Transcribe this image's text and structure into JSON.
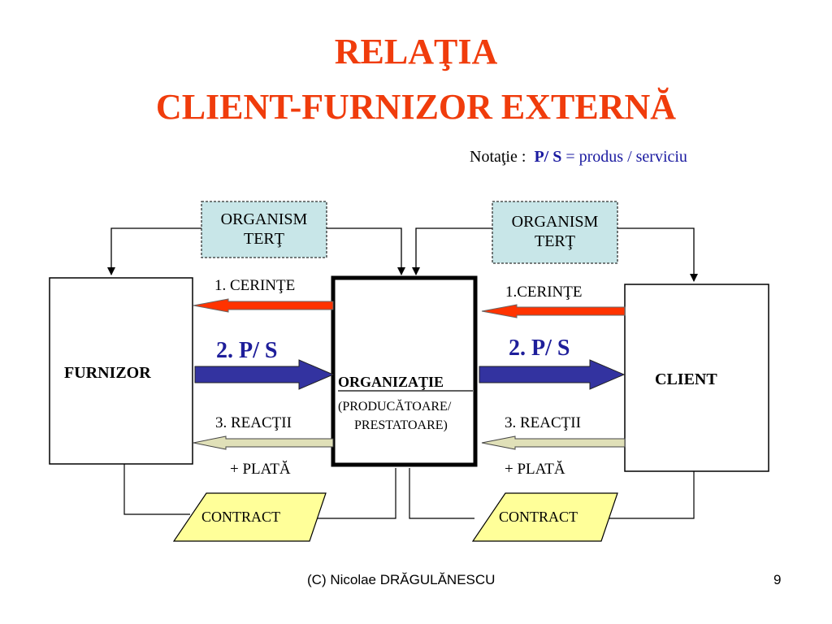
{
  "title": {
    "line1": "RELAŢIA",
    "line2": "CLIENT-FURNIZOR EXTERNĂ"
  },
  "notation": {
    "prefix": "Notaţie :",
    "symbol": "P/ S",
    "equals": "=",
    "meaning": "produs / serviciu"
  },
  "boxes": {
    "furnizor": "FURNIZOR",
    "client": "CLIENT",
    "organizatie": "ORGANIZAŢIE",
    "organizatie_sub1": "(PRODUCĂTOARE/",
    "organizatie_sub2": "PRESTATOARE)",
    "tert_left_l1": "ORGANISM",
    "tert_left_l2": "TERŢ",
    "tert_right_l1": "ORGANISM",
    "tert_right_l2": "TERŢ",
    "contract_left": "CONTRACT",
    "contract_right": "CONTRACT"
  },
  "flows": {
    "left_req": "1. CERINŢE",
    "right_req": "1.CERINŢE",
    "left_ps": "2. P/ S",
    "right_ps": "2. P/ S",
    "left_feedback": "3. REACŢII",
    "right_feedback": "3. REACŢII",
    "left_payment": "+ PLATĂ",
    "right_payment": "+ PLATĂ"
  },
  "colors": {
    "title": "#f03c0c",
    "request_arrow": "#ff3300",
    "product_arrow": "#3333a0",
    "feedback_arrow": "#e0e0b8",
    "third_party_fill": "#c8e6e8",
    "contract_fill": "#ffff99"
  },
  "footer": {
    "credit": "(C) Nicolae DRĂGULĂNESCU",
    "page": "9"
  }
}
